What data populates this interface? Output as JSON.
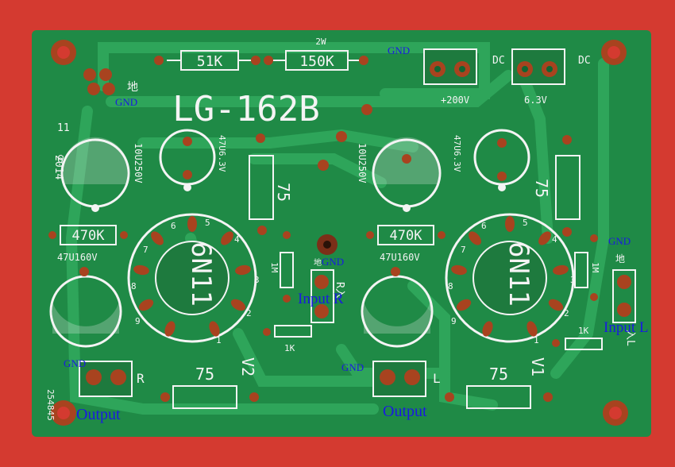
{
  "board": {
    "model": "LG-162B",
    "date_year": "2014",
    "date_month": "11",
    "date_day": "6",
    "serial": "254845",
    "power_label": "2W",
    "resistors": [
      "51K",
      "150K",
      "470K",
      "470K",
      "75",
      "75",
      "75",
      "75",
      "1M",
      "1M",
      "1K",
      "1K"
    ],
    "capacitors": [
      "10U250V",
      "10U250V",
      "47U6.3V",
      "47U6.3V",
      "47U160V",
      "47U160V"
    ],
    "tubes": [
      "6N11",
      "6N11"
    ],
    "tube_refs": [
      "V2",
      "V1"
    ],
    "pins": [
      "1",
      "2",
      "3",
      "4",
      "5",
      "6",
      "7",
      "8",
      "9"
    ],
    "dc_inputs": [
      {
        "label": "DC",
        "value": "+200V"
      },
      {
        "label": "DC",
        "value": "6.3V"
      }
    ],
    "channel_labels": [
      "R",
      "L",
      "R入",
      "入L",
      "地"
    ]
  },
  "annotations": [
    "GND",
    "GND",
    "GND",
    "GND",
    "GND",
    "GND",
    "Input R",
    "Input L",
    "Output",
    "Output"
  ],
  "colors": {
    "background": "#d43a30",
    "pcb": "#1f8a46",
    "trace": "#2ea55a",
    "copper": "#a8431f",
    "silkscreen": "#f4f4f4",
    "annotation": "#1a1ae0"
  }
}
